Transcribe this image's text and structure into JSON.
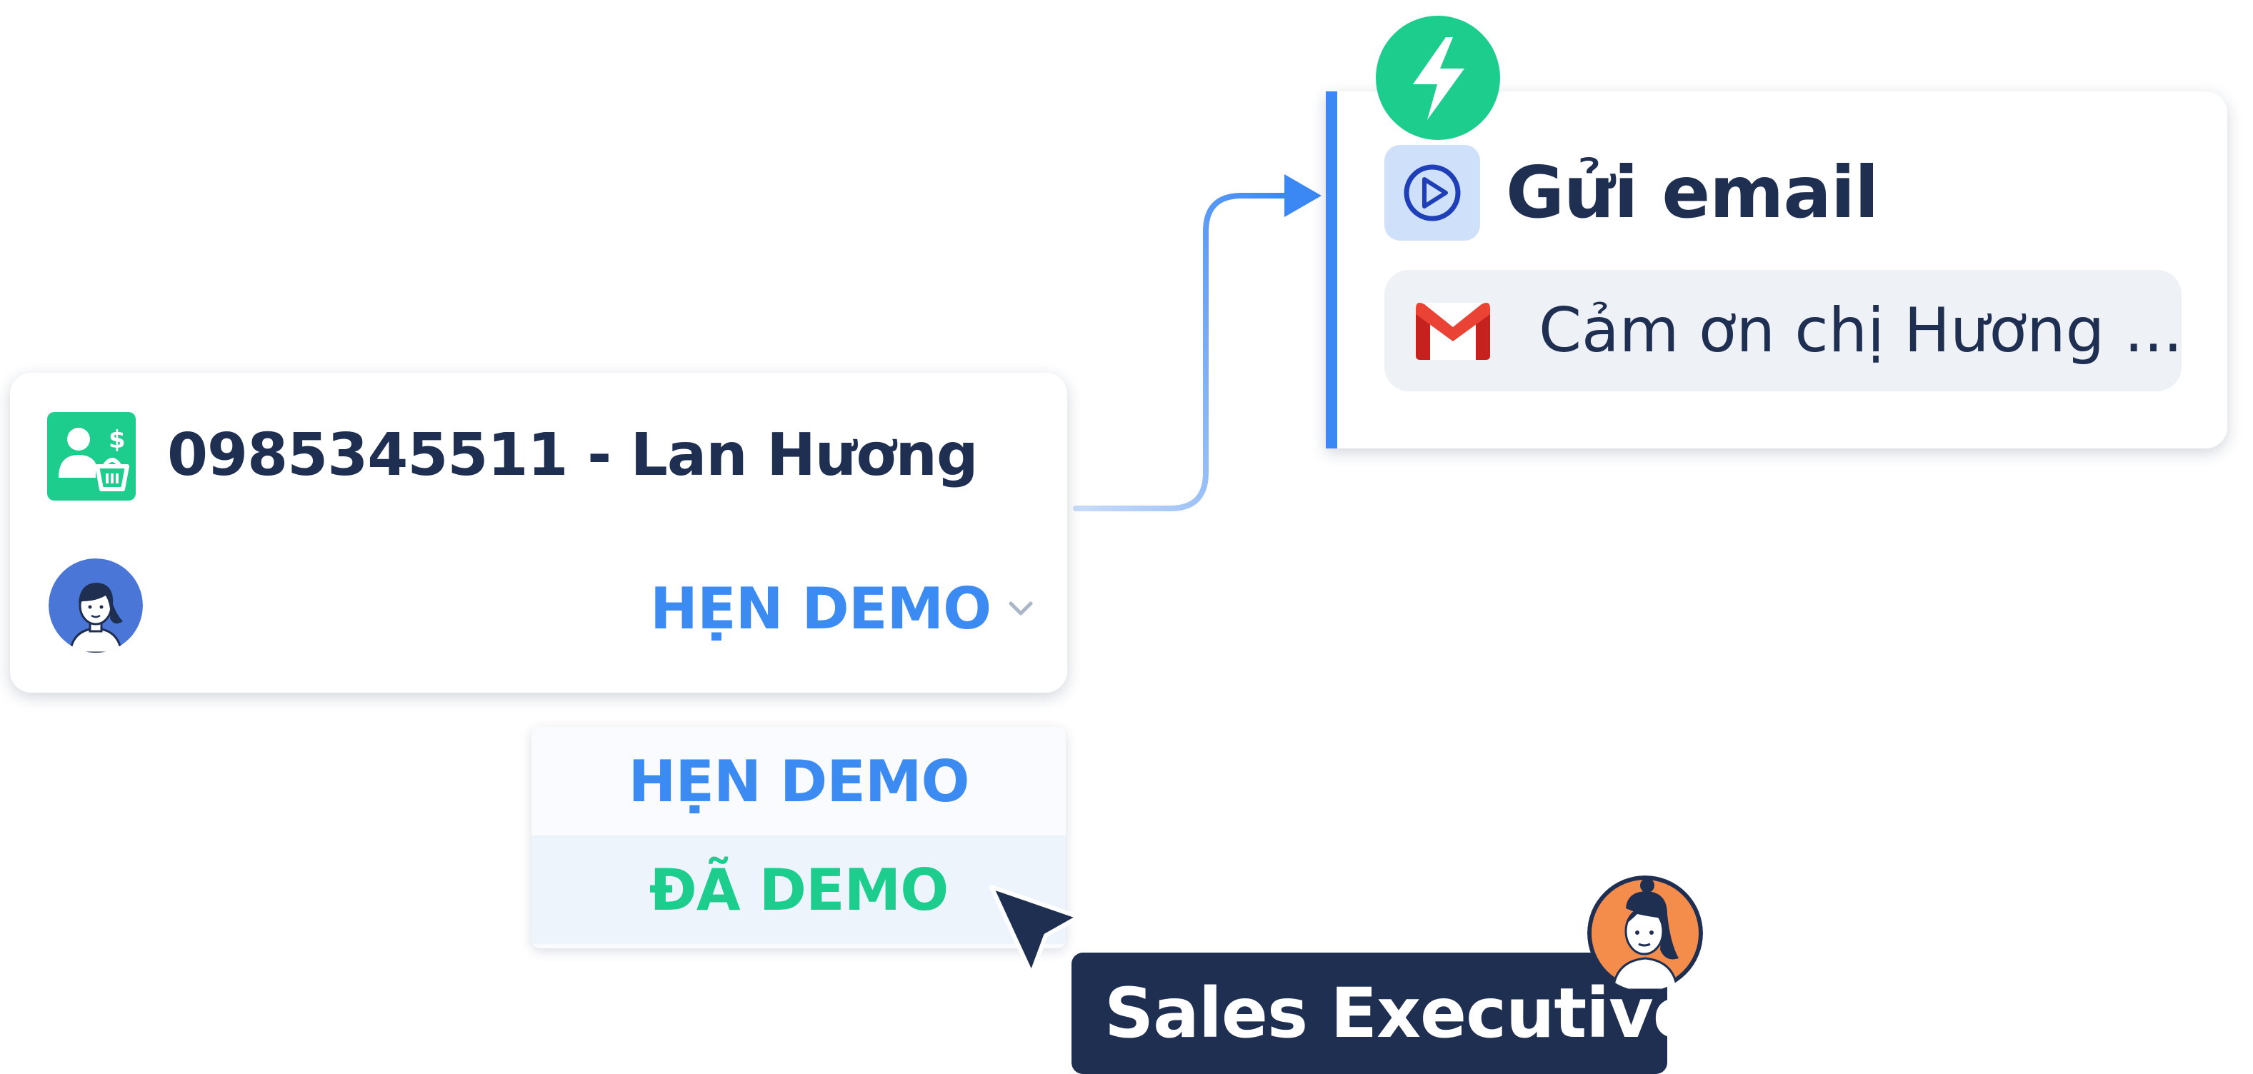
{
  "contact_card": {
    "title": "0985345511 - Lan Hương",
    "status_selected": "HẸN DEMO",
    "icon": "customer-basket-icon",
    "avatar": "female-avatar"
  },
  "status_dropdown": {
    "options": [
      {
        "label": "HẸN DEMO",
        "color": "#3b8bf2"
      },
      {
        "label": "ĐÃ DEMO",
        "color": "#1ccd8e"
      }
    ]
  },
  "email_action": {
    "title": "Gửi email",
    "preview": "Cảm ơn chị Hương ...",
    "icons": [
      "lightning-icon",
      "play-icon",
      "gmail-icon"
    ]
  },
  "sales_tag": {
    "label": "Sales Executive",
    "avatar": "female-avatar"
  },
  "colors": {
    "primary_blue": "#3b8bf2",
    "green": "#1ccd8e",
    "navy": "#1f2f52",
    "light_bg": "#eef2f7"
  }
}
